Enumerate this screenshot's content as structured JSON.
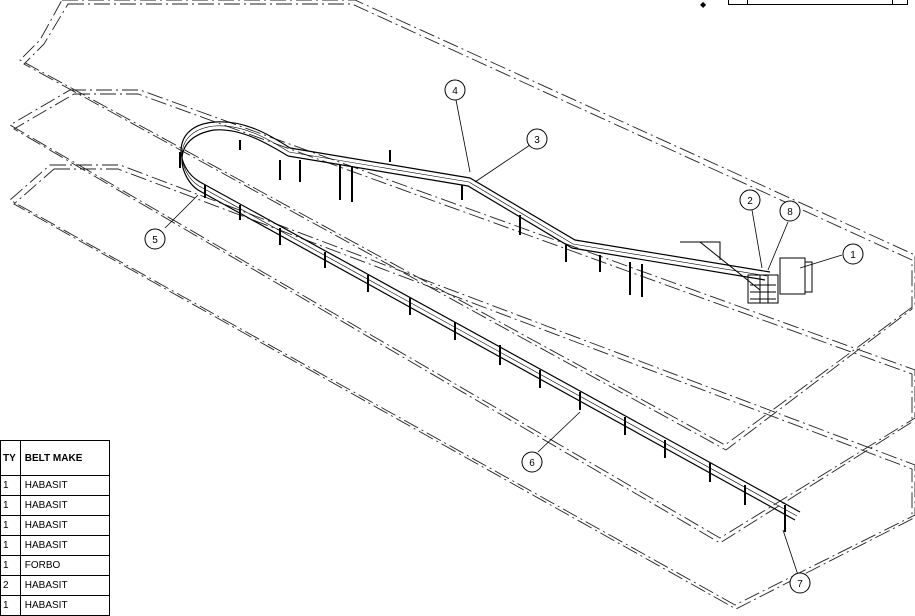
{
  "balloons": [
    {
      "label": "1"
    },
    {
      "label": "2"
    },
    {
      "label": "3"
    },
    {
      "label": "4"
    },
    {
      "label": "5"
    },
    {
      "label": "6"
    },
    {
      "label": "7"
    },
    {
      "label": "8"
    }
  ],
  "bom": {
    "headers": {
      "qty": "TY",
      "make": "BELT MAKE"
    },
    "rows": [
      {
        "qty": "1",
        "make": "HABASIT"
      },
      {
        "qty": "1",
        "make": "HABASIT"
      },
      {
        "qty": "1",
        "make": "HABASIT"
      },
      {
        "qty": "1",
        "make": "HABASIT"
      },
      {
        "qty": "1",
        "make": "FORBO"
      },
      {
        "qty": "2",
        "make": "HABASIT"
      },
      {
        "qty": "1",
        "make": "HABASIT"
      }
    ]
  },
  "colors": {
    "line": "#000000",
    "background": "#ffffff"
  }
}
